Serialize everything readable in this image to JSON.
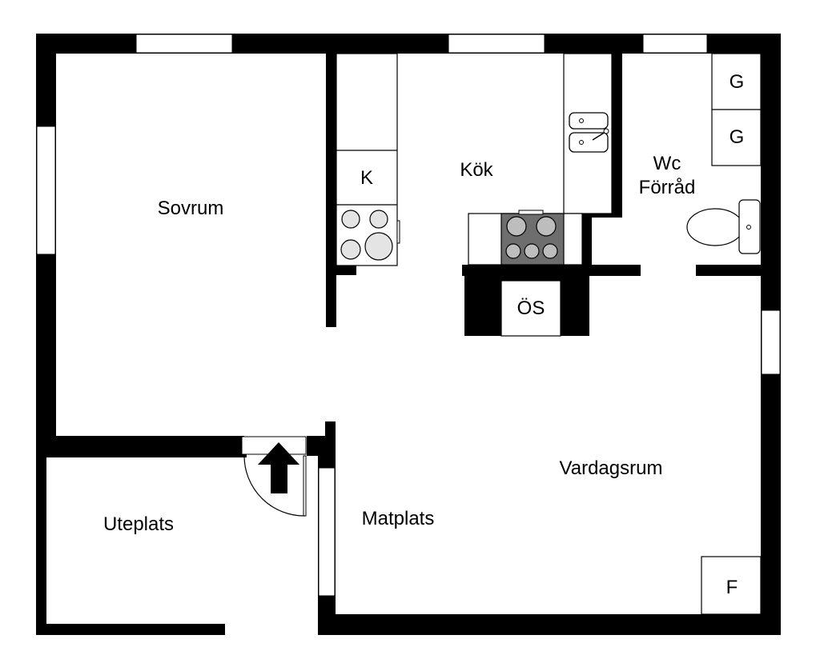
{
  "rooms": {
    "sovrum": "Sovrum",
    "kok": "Kök",
    "wc": "Wc",
    "forrad": "Förråd",
    "uteplats": "Uteplats",
    "matplats": "Matplats",
    "vardagsrum": "Vardagsrum"
  },
  "fixtures": {
    "kyl": "K",
    "os": "ÖS",
    "g1": "G",
    "g2": "G",
    "f": "F"
  },
  "colors": {
    "wall": "#000000",
    "stove_top": "#6e6e6e",
    "burner": "#e4e4e4"
  },
  "icons": {
    "entrance": "arrow-up-icon",
    "door": "door-swing-icon"
  }
}
